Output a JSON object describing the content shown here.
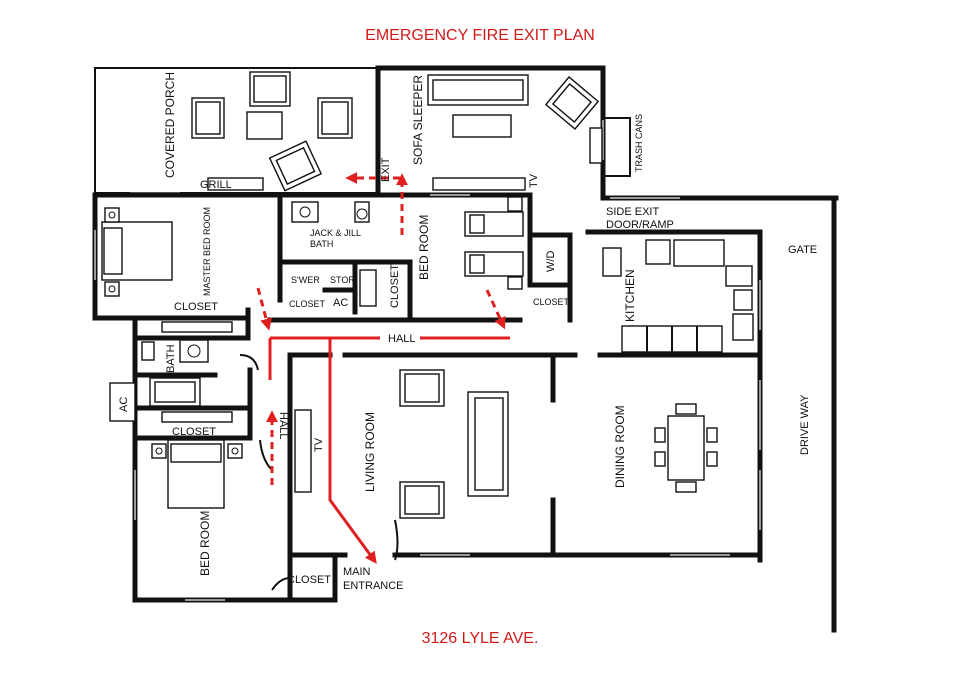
{
  "title": "EMERGENCY FIRE EXIT PLAN",
  "address": "3126 LYLE AVE.",
  "colors": {
    "route": "#e02020",
    "title": "#d11a1a",
    "walls": "#111111"
  },
  "rooms": {
    "covered_porch": "COVERED PORCH",
    "grill": "GRILL",
    "sofa_sleeper": "SOFA SLEEPER",
    "exit": "EXIT",
    "tv_top": "TV",
    "trash_cans": "TRASH CANS",
    "master_bed_room": "MASTER BED ROOM",
    "jack_jill_bath_1": "JACK & JILL",
    "jack_jill_bath_2": "BATH",
    "shower": "S'WER",
    "storage": "STOR",
    "closet_small": "CLOSET",
    "ac_inner": "AC",
    "closet_vertical": "CLOSET",
    "bed_room_mid": "BED ROOM",
    "wd": "W/D",
    "closet_right": "CLOSET",
    "side_exit_1": "SIDE EXIT",
    "side_exit_2": "DOOR/RAMP",
    "gate": "GATE",
    "kitchen": "KITCHEN",
    "closet_master": "CLOSET",
    "hall_top": "HALL",
    "bath": "BATH",
    "ac_outer": "AC",
    "closet_lower": "CLOSET",
    "hall_vertical": "HALL",
    "tv_living": "TV",
    "living_room": "LIVING ROOM",
    "dining_room": "DINING ROOM",
    "drive_way": "DRIVE WAY",
    "bed_room_lower": "BED ROOM",
    "closet_bottom": "CLOSET",
    "main_entrance_1": "MAIN",
    "main_entrance_2": "ENTRANCE"
  }
}
